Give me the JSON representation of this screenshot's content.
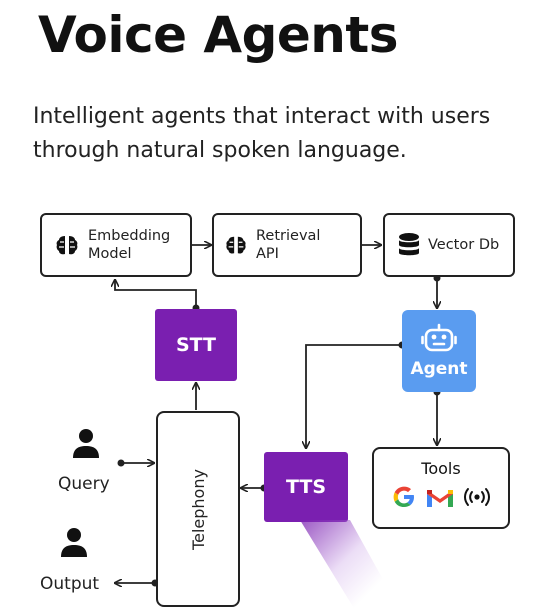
{
  "title": "Voice Agents",
  "subtitle": "Intelligent agents that interact with users through natural spoken language.",
  "diagram": {
    "embedding": {
      "line1": "Embedding",
      "line2": "Model",
      "icon": "brain-icon"
    },
    "retrieval": {
      "line1": "Retrieval",
      "line2": "API",
      "icon": "brain-icon"
    },
    "vector_db": {
      "label": "Vector Db",
      "icon": "database-icon"
    },
    "stt": {
      "label": "STT"
    },
    "agent": {
      "label": "Agent",
      "icon": "robot-icon"
    },
    "tts": {
      "label": "TTS"
    },
    "telephony": {
      "label": "Telephony"
    },
    "tools": {
      "label": "Tools",
      "icons": [
        "google-icon",
        "gmail-icon",
        "broadcast-icon"
      ]
    },
    "query": {
      "label": "Query",
      "icon": "person-icon"
    },
    "output": {
      "label": "Output",
      "icon": "person-icon"
    },
    "colors": {
      "purple": "#7a1fb0",
      "agent_blue": "#5a9cf0"
    }
  }
}
